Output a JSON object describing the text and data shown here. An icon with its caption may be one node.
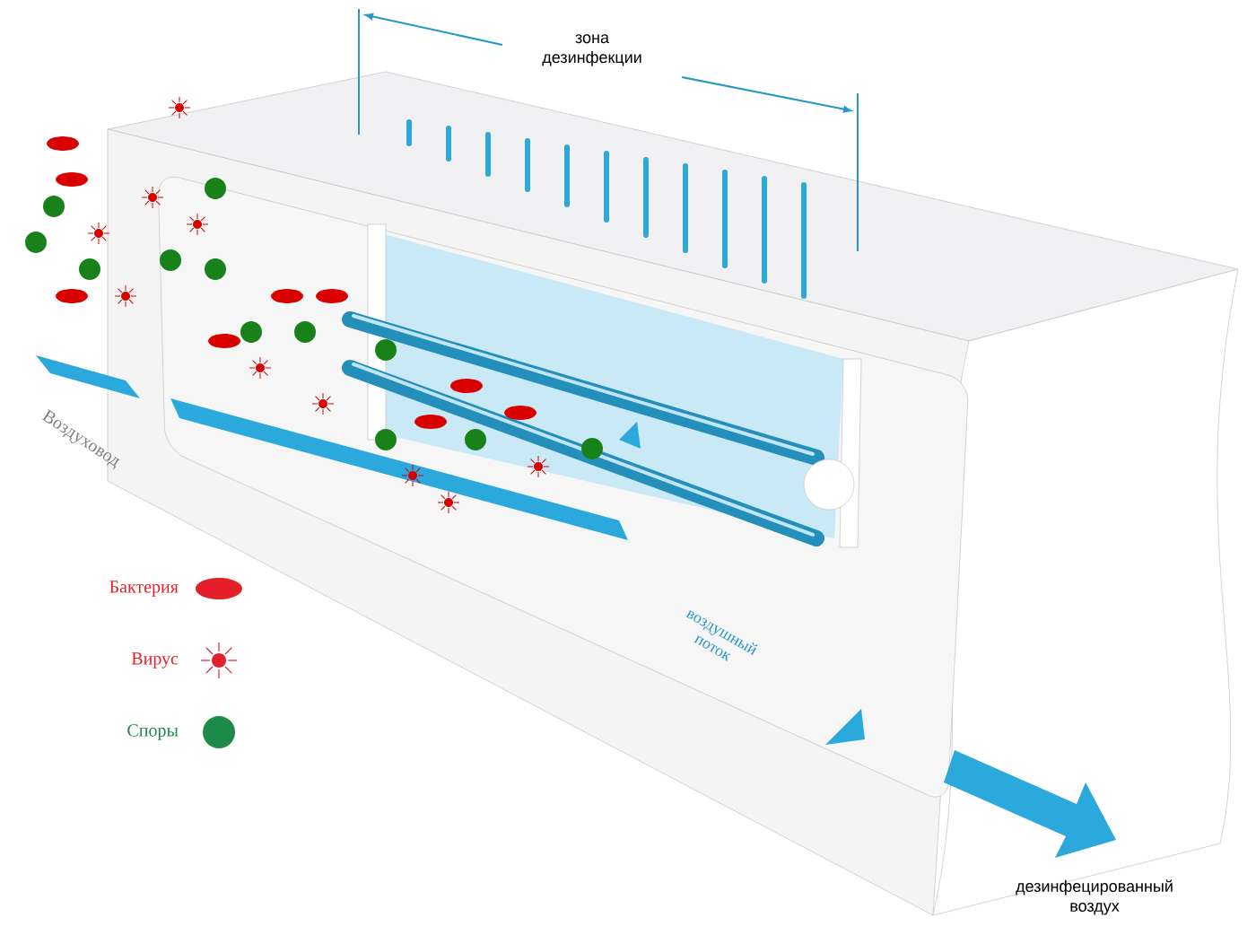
{
  "diagram": {
    "labels": [
      "зона дезинфекции",
      "Воздуховод",
      "воздушный поток",
      "дезинфецированный воздух"
    ],
    "legend": [
      {
        "text": "Бактерия",
        "color": "#e3202a"
      },
      {
        "text": "Вирус",
        "color": "#e3202a"
      },
      {
        "text": "Споры",
        "color": "#1e8a4a"
      }
    ]
  }
}
